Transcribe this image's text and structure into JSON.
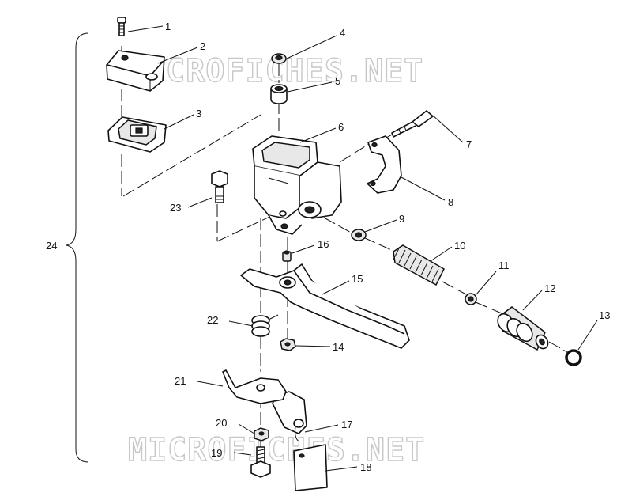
{
  "watermark": {
    "top": "MICROFICHES.NET",
    "bottom": "MICROFICHES.NET"
  },
  "assembly_label": "24",
  "callouts": [
    {
      "id": "1",
      "part": "screw"
    },
    {
      "id": "2",
      "part": "reservoir-cover"
    },
    {
      "id": "3",
      "part": "diaphragm"
    },
    {
      "id": "4",
      "part": "washer"
    },
    {
      "id": "5",
      "part": "bushing"
    },
    {
      "id": "6",
      "part": "master-cylinder-body"
    },
    {
      "id": "7",
      "part": "bolt"
    },
    {
      "id": "8",
      "part": "handlebar-clamp"
    },
    {
      "id": "9",
      "part": "washer"
    },
    {
      "id": "10",
      "part": "spring"
    },
    {
      "id": "11",
      "part": "washer"
    },
    {
      "id": "12",
      "part": "piston"
    },
    {
      "id": "13",
      "part": "o-ring"
    },
    {
      "id": "14",
      "part": "nut"
    },
    {
      "id": "15",
      "part": "brake-lever"
    },
    {
      "id": "16",
      "part": "pivot-bushing"
    },
    {
      "id": "17",
      "part": "switch-bracket"
    },
    {
      "id": "18",
      "part": "switch-pad"
    },
    {
      "id": "19",
      "part": "screw"
    },
    {
      "id": "20",
      "part": "nut"
    },
    {
      "id": "21",
      "part": "bracket"
    },
    {
      "id": "22",
      "part": "torsion-spring"
    },
    {
      "id": "23",
      "part": "pivot-bolt"
    }
  ]
}
